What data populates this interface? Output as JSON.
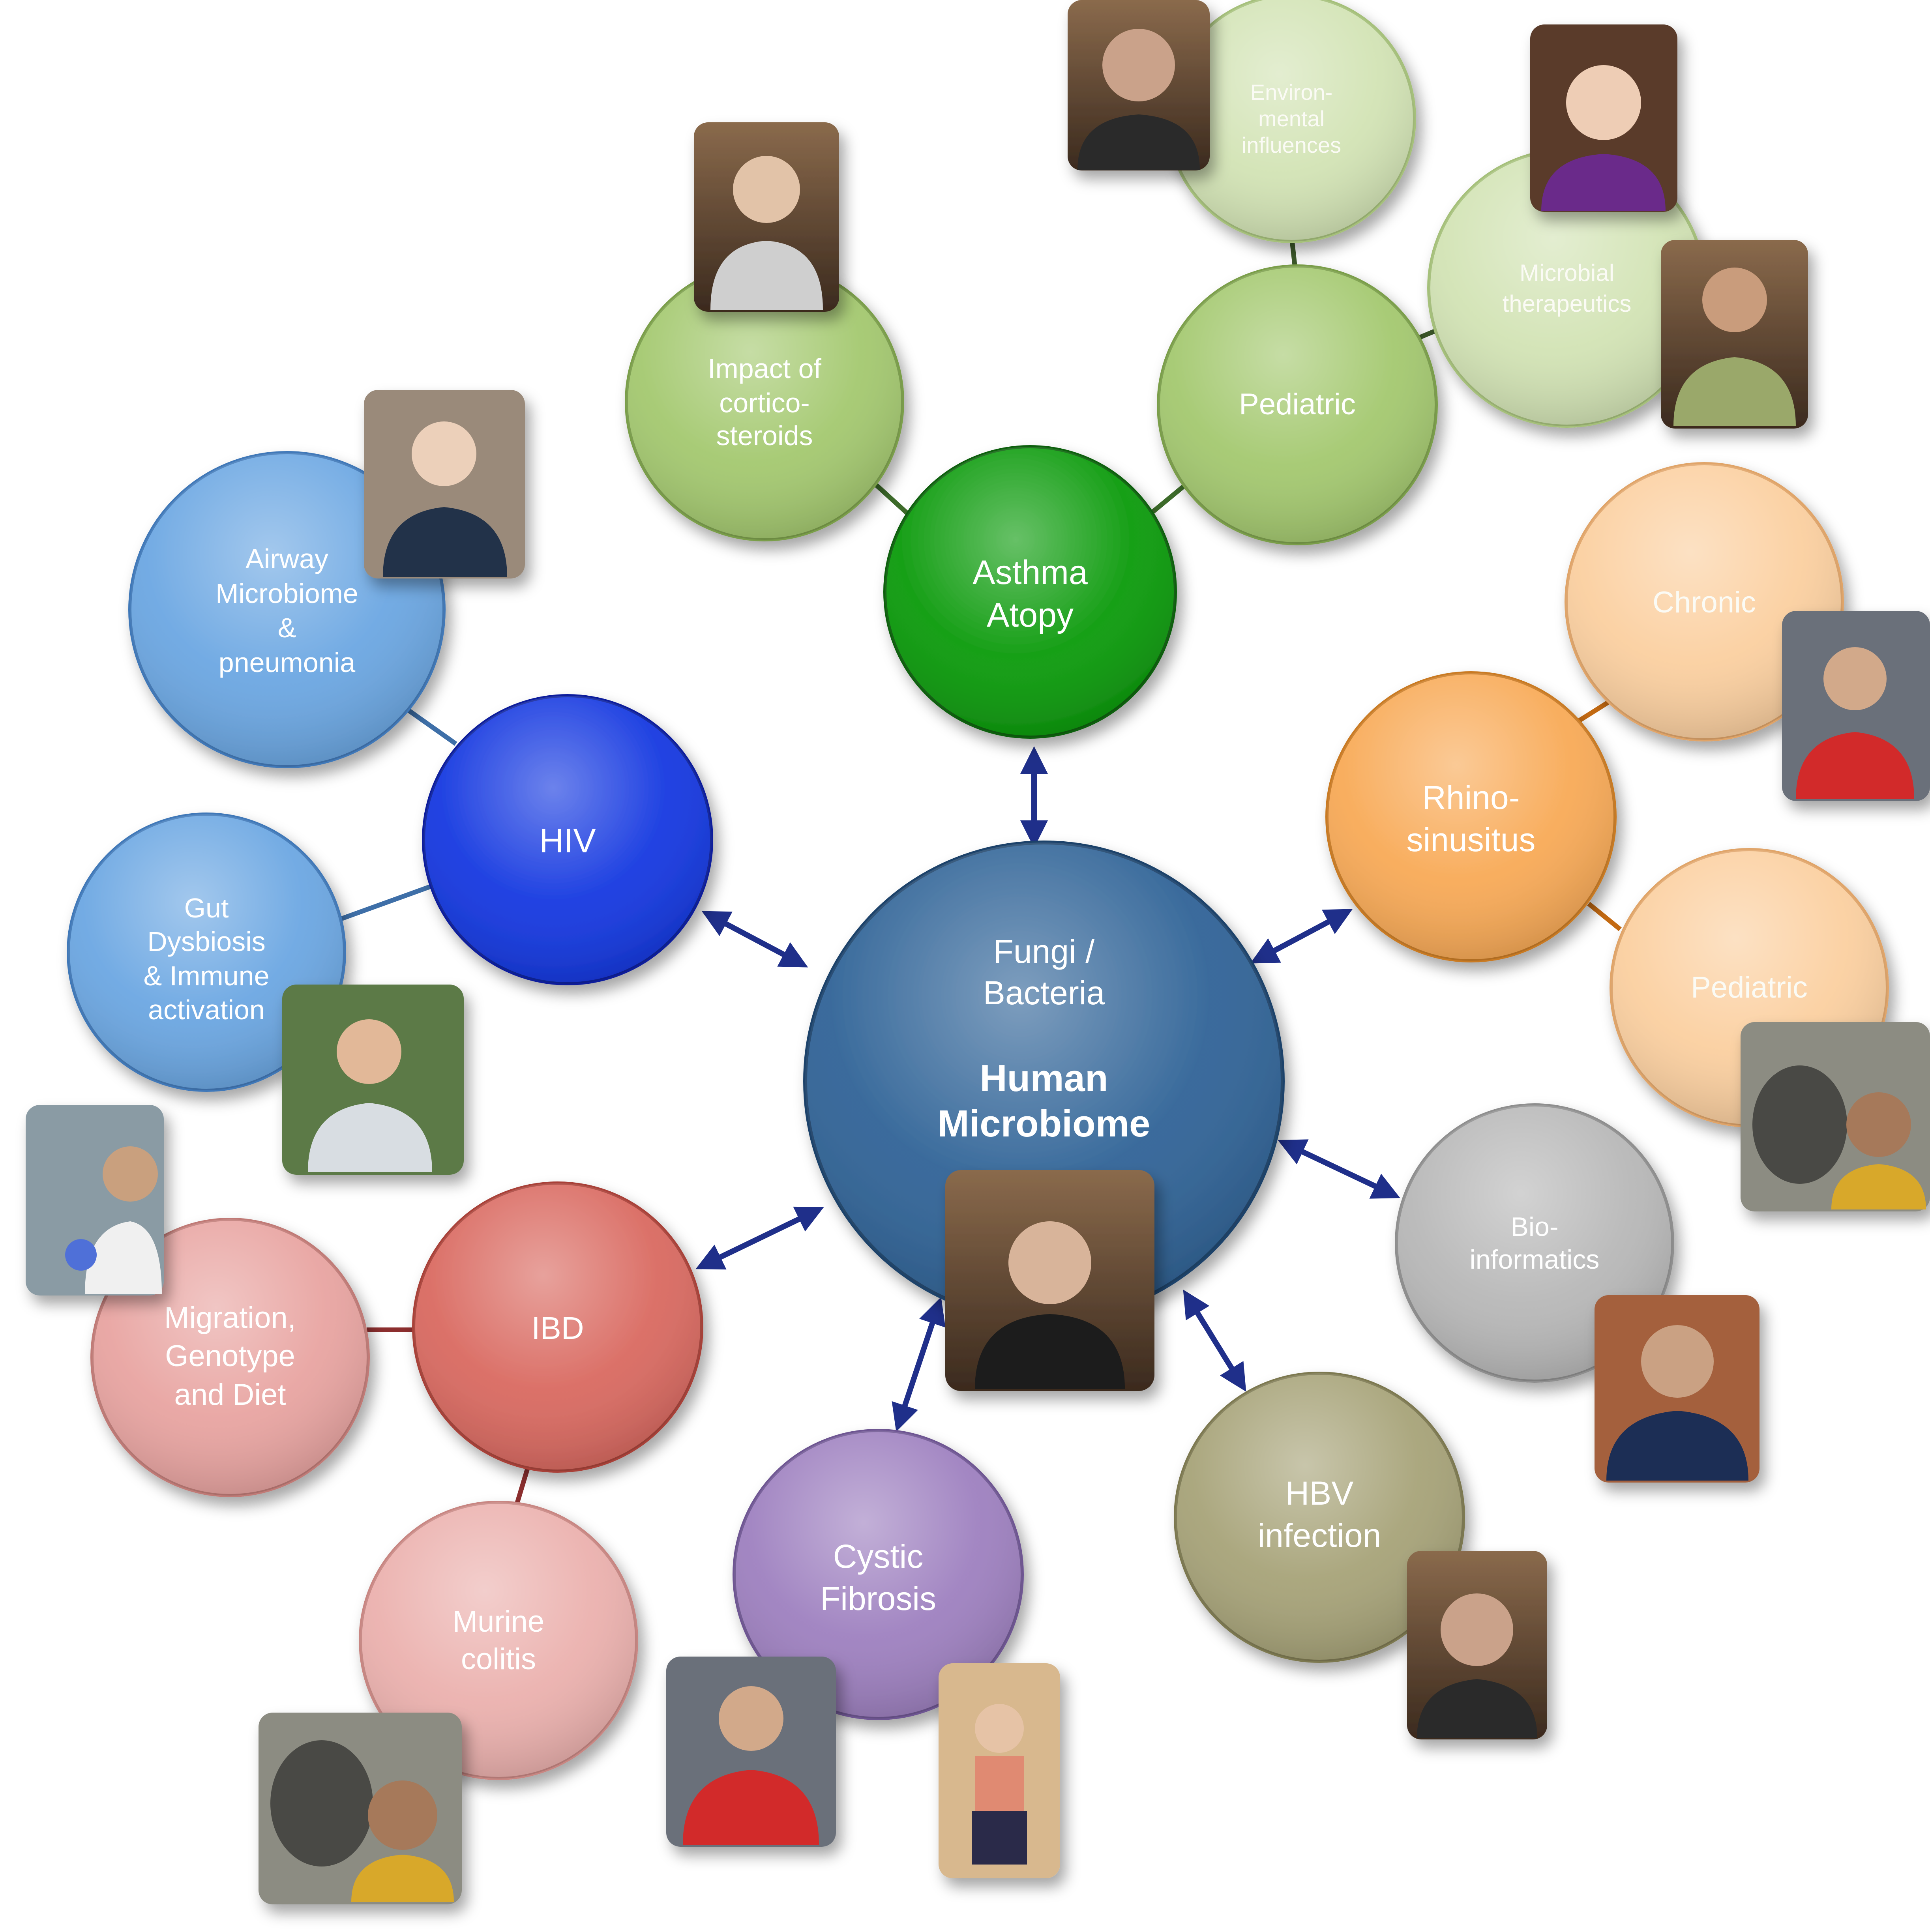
{
  "center": {
    "line1": "Fungi /",
    "line2": "Bacteria",
    "bold1": "Human",
    "bold2": "Microbiome",
    "color": "#2e6296"
  },
  "nodes": {
    "asthma": {
      "line1": "Asthma",
      "line2": "Atopy",
      "color": "#0a9a0a"
    },
    "corticosteroids": {
      "line1": "Impact of",
      "line2": "cortico-",
      "line3": "steroids",
      "color": "#a3c86e"
    },
    "pediatric_asthma": {
      "line1": "Pediatric",
      "color": "#a3c86e"
    },
    "environmental": {
      "line1": "Environ-",
      "line2": "mental",
      "line3": "influences",
      "color": "#d2e3b4"
    },
    "microbial": {
      "line1": "Microbial",
      "line2": "therapeutics",
      "color": "#d2e3b4"
    },
    "rhinosinusitis": {
      "line1": "Rhino-",
      "line2": "sinusitus",
      "color": "#f8a955"
    },
    "chronic": {
      "line1": "Chronic",
      "color": "#fbcf9f"
    },
    "pediatric_rhino": {
      "line1": "Pediatric",
      "color": "#fbcf9f"
    },
    "bioinformatics": {
      "line1": "Bio-",
      "line2": "informatics",
      "color": "#b7b7b7"
    },
    "hbv": {
      "line1": "HBV",
      "line2": "infection",
      "color": "#a6a277"
    },
    "cystic": {
      "line1": "Cystic",
      "line2": "Fibrosis",
      "color": "#9d7fbf"
    },
    "ibd": {
      "line1": "IBD",
      "color": "#d9685f"
    },
    "migration": {
      "line1": "Migration,",
      "line2": "Genotype",
      "line3": "and Diet",
      "color": "#e8a3a0"
    },
    "murine": {
      "line1": "Murine",
      "line2": "colitis",
      "color": "#ebb0ad"
    },
    "hiv": {
      "line1": "HIV",
      "color": "#1236e0"
    },
    "airway": {
      "line1": "Airway",
      "line2": "Microbiome",
      "line3": "&",
      "line4": "pneumonia",
      "color": "#6aa6e2"
    },
    "gut": {
      "line1": "Gut",
      "line2": "Dysbiosis",
      "line3": "& Immune",
      "line4": "activation",
      "color": "#6aa6e2"
    }
  },
  "arrow_color": "#1f2f8a",
  "photos": [
    "person-photo-center",
    "person-photo-corticosteroids",
    "person-photo-environmental",
    "person-photo-microbial-1",
    "person-photo-microbial-2",
    "person-photo-chronic",
    "person-photo-pediatric-rhino",
    "person-photo-bioinformatics",
    "person-photo-hbv",
    "person-photo-cystic-1",
    "person-photo-cystic-2",
    "person-photo-murine",
    "person-photo-migration",
    "person-photo-gut",
    "person-photo-airway"
  ]
}
